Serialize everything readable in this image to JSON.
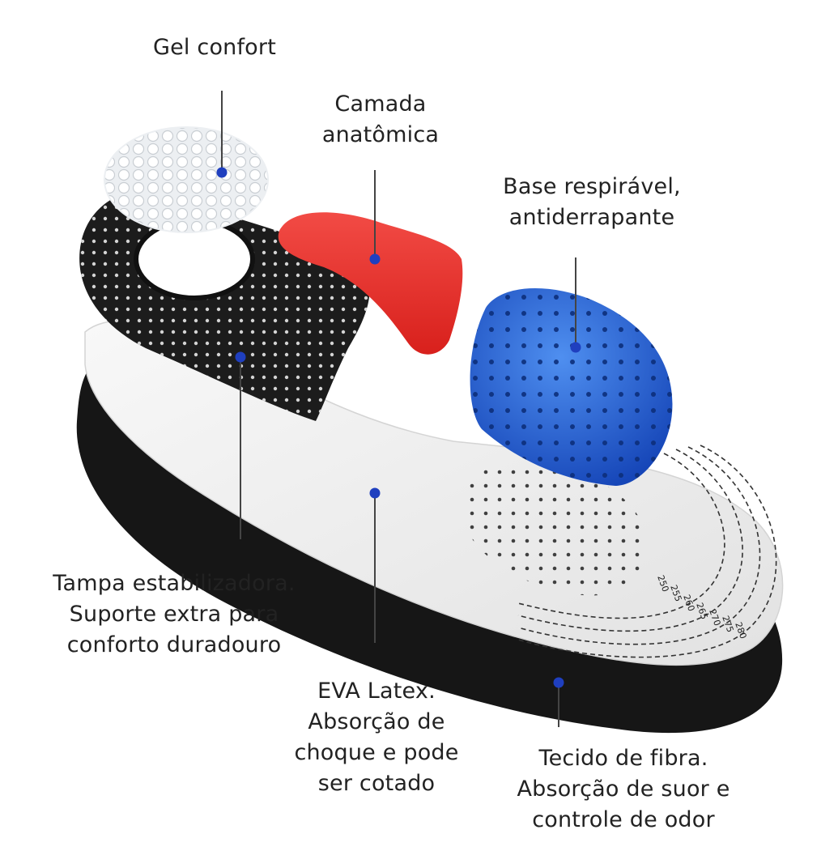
{
  "colors": {
    "background": "#ffffff",
    "text": "#222222",
    "marker_dot": "#1f3fbf",
    "leader_line": "#444444",
    "gel": "#e9ecef",
    "black_layer": "#1c1c1c",
    "red_layer": "#e8302c",
    "blue_pad": "#1f5fd0",
    "white_layer": "#f1f1f1",
    "bottom_layer": "#151515"
  },
  "labels": {
    "gel": [
      "Gel confort"
    ],
    "camada": [
      "Camada",
      "anatômica"
    ],
    "base": [
      "Base respirável,",
      "antiderrapante"
    ],
    "tampa": [
      "Tampa estabilizadora.",
      "Suporte extra para",
      "conforto duradouro"
    ],
    "eva": [
      "EVA Latex.",
      "Absorção de",
      "choque e pode",
      "ser cotado"
    ],
    "tecido": [
      "Tecido de fibra.",
      "Absorção de suor e",
      "controle de odor"
    ]
  },
  "size_marks": [
    "250",
    "255",
    "260",
    "265",
    "270",
    "275",
    "280"
  ]
}
